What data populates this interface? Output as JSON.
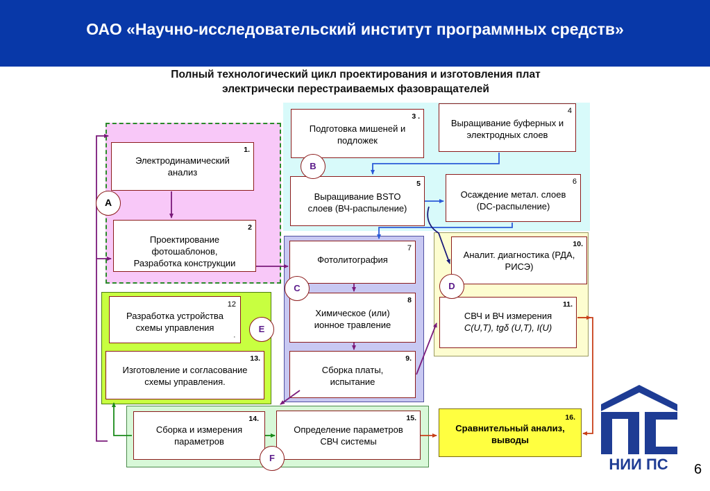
{
  "header": {
    "title": "ОАО «Научно-исследовательский институт программных средств»"
  },
  "subtitle": {
    "line1": "Полный технологический цикл проектирования и изготовления плат",
    "line2": "электрически перестраиваемых фазовращателей"
  },
  "steps": {
    "s1": {
      "num": "1.",
      "line1": "Электродинамический",
      "line2": "анализ"
    },
    "s2": {
      "num": "2",
      "line1": "Проектирование",
      "line2": "фотошаблонов,",
      "line3": "Разработка конструкции"
    },
    "s3": {
      "num": "3 .",
      "line1": "Подготовка мишеней и",
      "line2": "подложек"
    },
    "s4": {
      "num": "4",
      "line1": "Выращивание буферных и",
      "line2": "электродных слоев"
    },
    "s5": {
      "num": "5",
      "line1": "Выращивание BSTO",
      "line2": "слоев (ВЧ-распыление)"
    },
    "s6": {
      "num": "6",
      "line1": "Осаждение метал. слоев",
      "line2": "(DC-распыление)"
    },
    "s7": {
      "num": "7",
      "line1": "Фотолитография"
    },
    "s8": {
      "num": "8",
      "line1": "Химическое (или)",
      "line2": "ионное травление"
    },
    "s9": {
      "num": "9.",
      "line1": "Сборка платы,",
      "line2": "испытание"
    },
    "s10": {
      "num": "10.",
      "line1": "Аналит. диагностика (РДА,",
      "line2": "РИСЭ)"
    },
    "s11": {
      "num": "11.",
      "line1": "СВЧ и ВЧ измерения",
      "line2": "C(U,T), tgδ (U,T), I(U)"
    },
    "s12": {
      "num": "12",
      "line1": "Разработка устройства",
      "line2": "схемы управления",
      "mark": ","
    },
    "s13": {
      "num": "13.",
      "line1": "Изготовление и согласование",
      "line2": "схемы управления."
    },
    "s14": {
      "num": "14.",
      "line1": "Сборка и измерения",
      "line2": "параметров"
    },
    "s15": {
      "num": "15.",
      "line1": "Определение параметров",
      "line2": "СВЧ системы"
    },
    "s16": {
      "num": "16.",
      "line1": "Сравнительный анализ,",
      "line2": "выводы"
    }
  },
  "stages": {
    "A": "A",
    "B": "B",
    "C": "C",
    "D": "D",
    "E": "E",
    "F": "F"
  },
  "logo": {
    "text": "НИИ ПС"
  },
  "page_number": "6",
  "colors": {
    "header_bg": "#0838a8",
    "zone_a": "#f8c8f8",
    "zone_b": "#d8fafa",
    "zone_c": "#c8c8f2",
    "zone_d": "#fdfdd0",
    "zone_e": "#c8ff40",
    "zone_f": "#d8f8d8",
    "box_16_fill": "#ffff40",
    "logo": "#1e3c94"
  }
}
